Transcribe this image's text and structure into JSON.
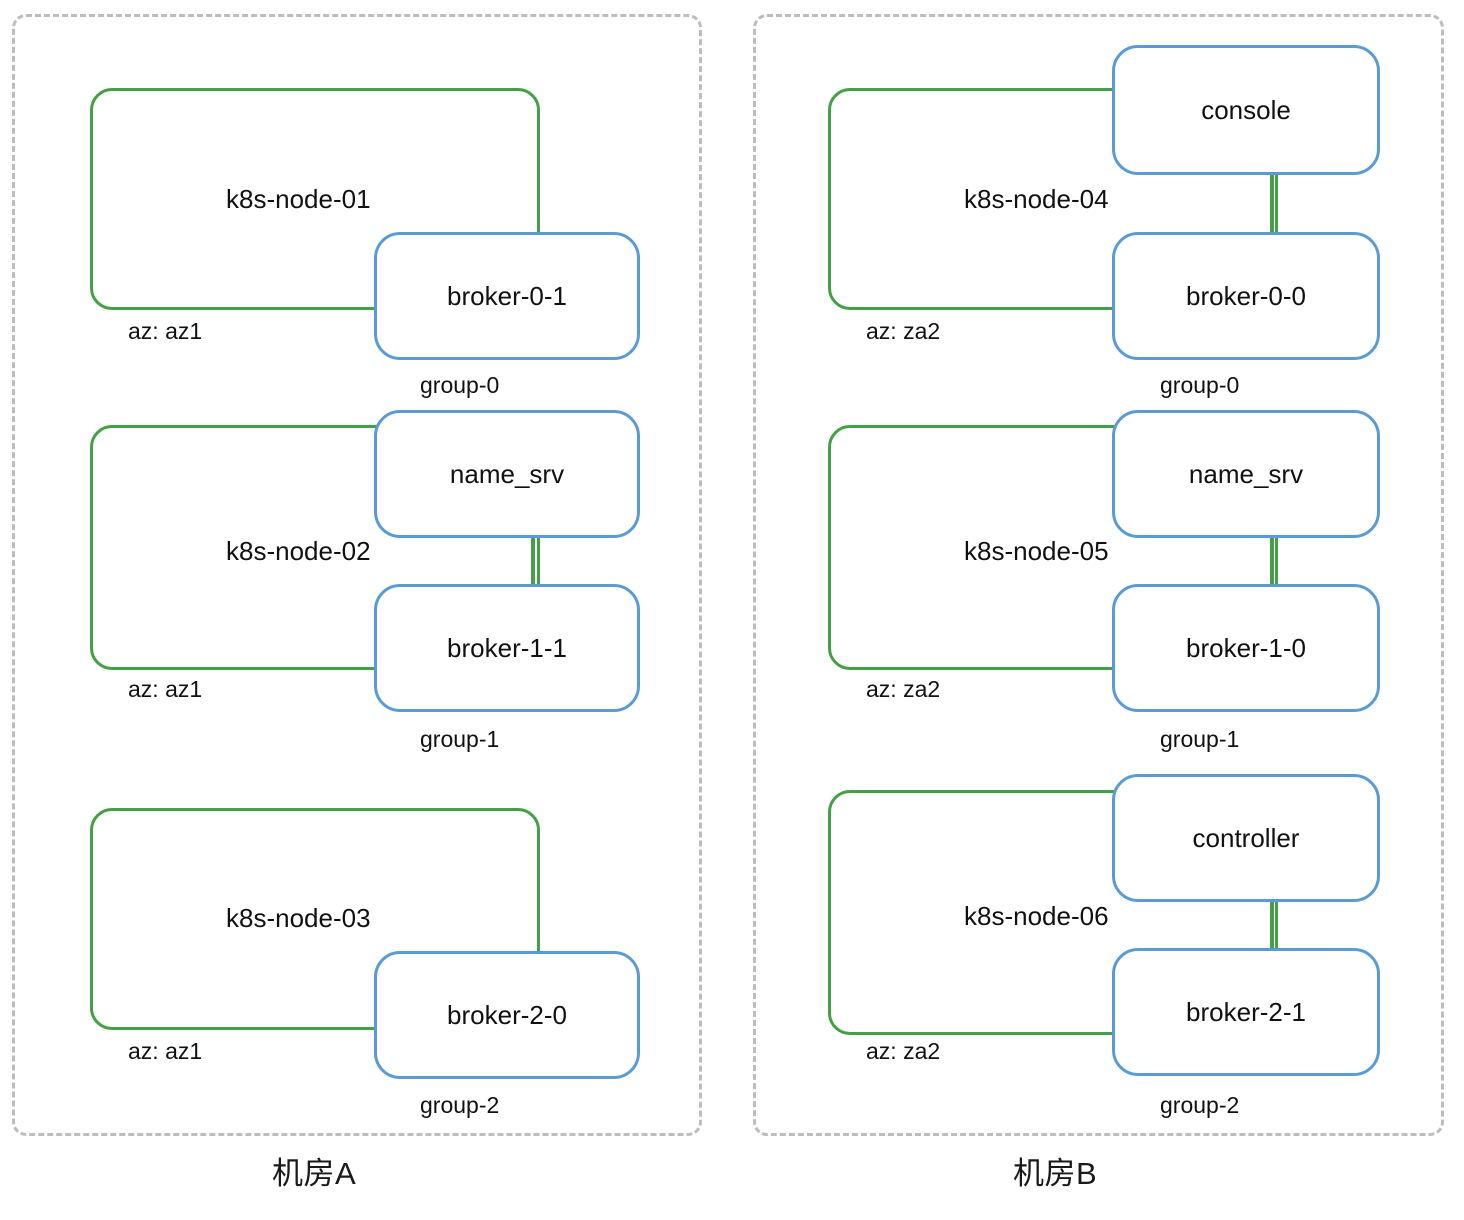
{
  "diagram": {
    "title_a": "机房A",
    "title_b": "机房B",
    "colors": {
      "node_border": "#43a047",
      "pod_border": "#5b9bd5",
      "dashed_border": "#bdbdbd",
      "text": "#111111"
    }
  },
  "datacenters": [
    {
      "id": "dc-a",
      "caption": "机房A",
      "nodes": [
        {
          "id": "k8s-node-01",
          "name": "k8s-node-01",
          "az": "az: az1",
          "pods": [
            {
              "name": "broker-0-1",
              "group": "group-0"
            }
          ]
        },
        {
          "id": "k8s-node-02",
          "name": "k8s-node-02",
          "az": "az: az1",
          "pods": [
            {
              "name": "name_srv",
              "group": ""
            },
            {
              "name": "broker-1-1",
              "group": "group-1"
            }
          ]
        },
        {
          "id": "k8s-node-03",
          "name": "k8s-node-03",
          "az": "az: az1",
          "pods": [
            {
              "name": "broker-2-0",
              "group": "group-2"
            }
          ]
        }
      ]
    },
    {
      "id": "dc-b",
      "caption": "机房B",
      "nodes": [
        {
          "id": "k8s-node-04",
          "name": "k8s-node-04",
          "az": "az: za2",
          "pods": [
            {
              "name": "console",
              "group": ""
            },
            {
              "name": "broker-0-0",
              "group": "group-0"
            }
          ]
        },
        {
          "id": "k8s-node-05",
          "name": "k8s-node-05",
          "az": "az: za2",
          "pods": [
            {
              "name": "name_srv",
              "group": ""
            },
            {
              "name": "broker-1-0",
              "group": "group-1"
            }
          ]
        },
        {
          "id": "k8s-node-06",
          "name": "k8s-node-06",
          "az": "az: za2",
          "pods": [
            {
              "name": "controller",
              "group": ""
            },
            {
              "name": "broker-2-1",
              "group": "group-2"
            }
          ]
        }
      ]
    }
  ],
  "labels": {
    "node_01": "k8s-node-01",
    "node_02": "k8s-node-02",
    "node_03": "k8s-node-03",
    "node_04": "k8s-node-04",
    "node_05": "k8s-node-05",
    "node_06": "k8s-node-06",
    "az_az1_a": "az: az1",
    "az_az1_b": "az: az1",
    "az_az1_c": "az: az1",
    "az_za2_a": "az: za2",
    "az_za2_b": "az: za2",
    "az_za2_c": "az: za2",
    "pod_broker_0_1": "broker-0-1",
    "pod_name_srv_a": "name_srv",
    "pod_broker_1_1": "broker-1-1",
    "pod_broker_2_0": "broker-2-0",
    "pod_console": "console",
    "pod_broker_0_0": "broker-0-0",
    "pod_name_srv_b": "name_srv",
    "pod_broker_1_0": "broker-1-0",
    "pod_controller": "controller",
    "pod_broker_2_1": "broker-2-1",
    "group_0_a": "group-0",
    "group_1_a": "group-1",
    "group_2_a": "group-2",
    "group_0_b": "group-0",
    "group_1_b": "group-1",
    "group_2_b": "group-2",
    "caption_a": "机房A",
    "caption_b": "机房B"
  }
}
